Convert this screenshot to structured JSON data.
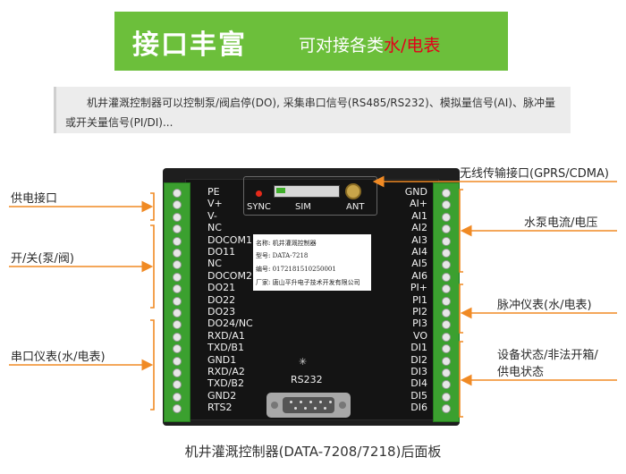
{
  "banner": {
    "title": "接口丰富",
    "subtitle_prefix": "可对接各类",
    "subtitle_highlight": "水/电表",
    "bg_color": "#6cbf3b",
    "highlight_color": "#e3001b"
  },
  "description": "机井灌溉控制器可以控制泵/阀启停(DO), 采集串口信号(RS485/RS232)、模拟量信号(AI)、脉冲量或开关量信号(PI/DI)...",
  "device": {
    "left_pins": [
      "PE",
      "V+",
      "V-",
      "NC",
      "DOCOM1",
      "DO11",
      "NC",
      "DOCOM2",
      "DO21",
      "DO22",
      "DO23",
      "DO24/NC",
      "RXD/A1",
      "TXD/B1",
      "GND1",
      "RXD/A2",
      "TXD/B2",
      "GND2",
      "RTS2"
    ],
    "right_pins": [
      "GND",
      "AI+",
      "AI1",
      "AI2",
      "AI3",
      "AI4",
      "AI5",
      "AI6",
      "PI+",
      "PI1",
      "PI2",
      "PI3",
      "VO",
      "DI1",
      "DI2",
      "DI3",
      "DI4",
      "DI5",
      "DI6"
    ],
    "sync_label": "SYNC",
    "sim_label": "SIM",
    "ant_label": "ANT",
    "rs232_label": "RS232",
    "bluetooth_icon": "bluetooth-icon",
    "plate": {
      "name": "名称: 机井灌溉控制器",
      "model": "型号: DATA-7218",
      "serial": "编号: 0172181510250001",
      "maker": "厂家: 唐山平升电子技术开发有限公司"
    }
  },
  "callouts": {
    "power": "供电接口",
    "switch": "开/关(泵/阀)",
    "serial": "串口仪表(水/电表)",
    "wireless": "无线传输接口(GPRS/CDMA)",
    "pump": "水泵电流/电压",
    "pulse": "脉冲仪表(水/电表)",
    "status_line1": "设备状态/非法开箱/",
    "status_line2": "供电状态"
  },
  "caption": "机井灌溉控制器(DATA-7208/7218)后面板",
  "arrow_color": "#f08a24"
}
